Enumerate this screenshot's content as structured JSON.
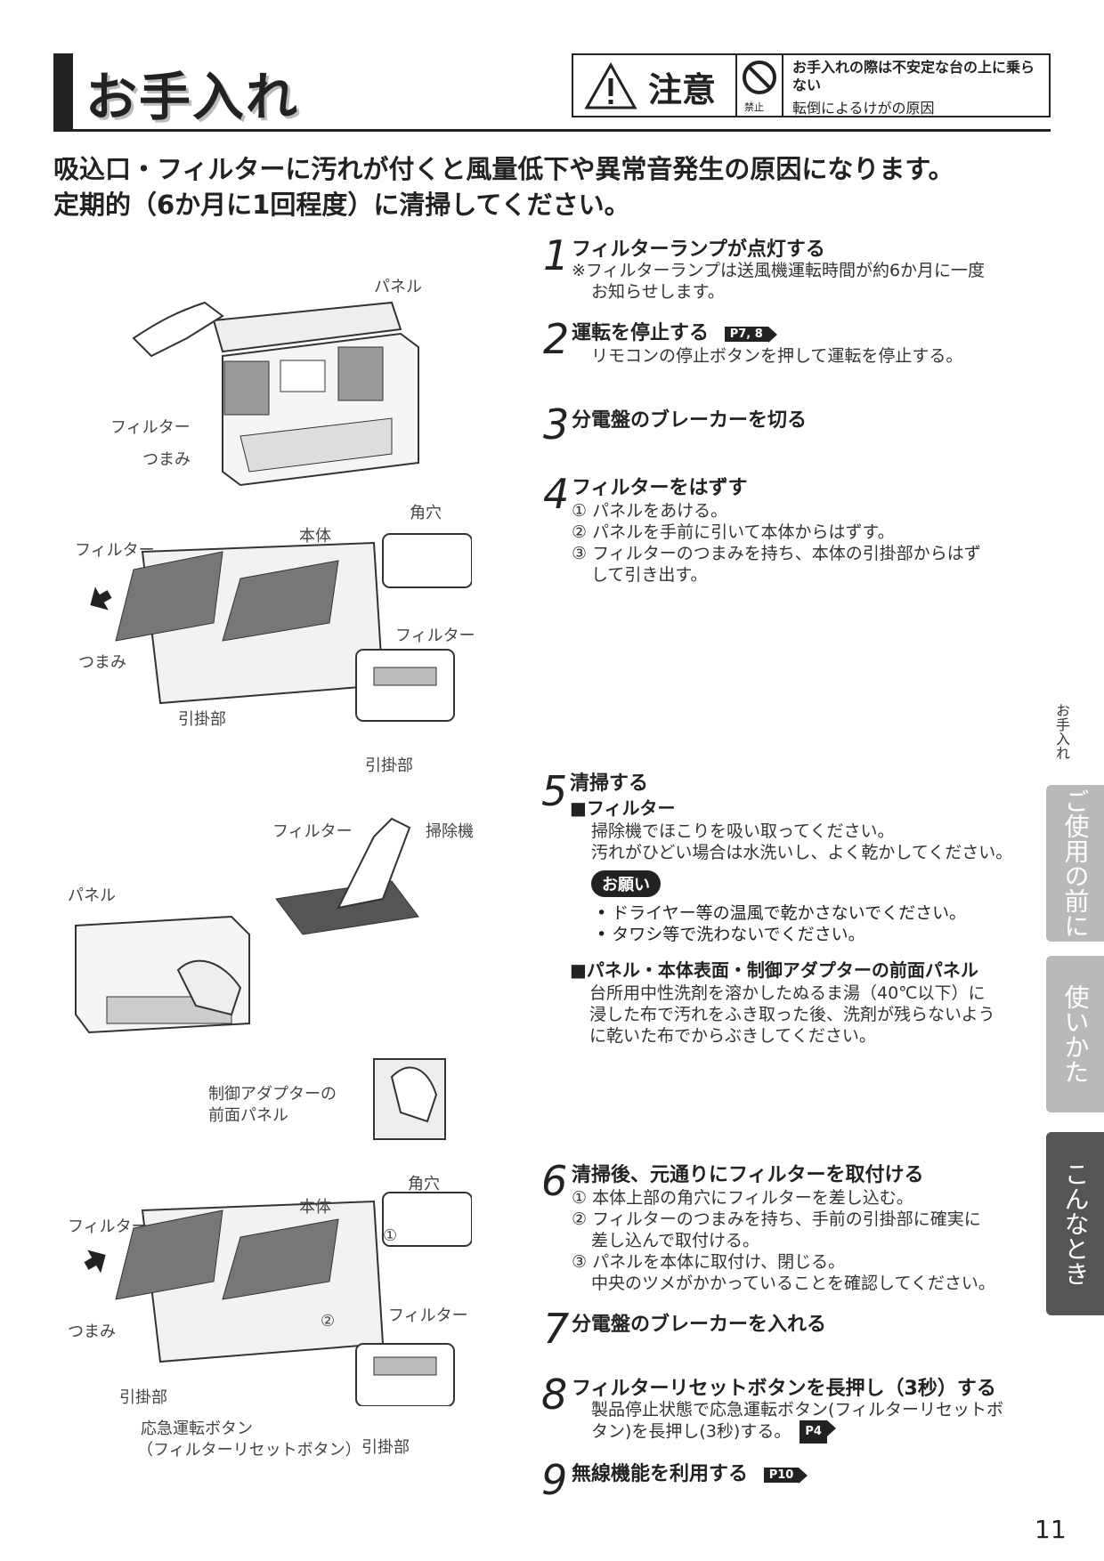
{
  "header": {
    "title": "お手入れ",
    "caution_word": "注意",
    "prohibit_label": "禁止",
    "caution_line1": "お手入れの際は不安定な台の上に乗らない",
    "caution_line2": "転倒によるけがの原因"
  },
  "intro": {
    "line1": "吸込口・フィルターに汚れが付くと風量低下や異常音発生の原因になります。",
    "line2": "定期的（6か月に1回程度）に清掃してください。"
  },
  "steps": [
    {
      "num": "1",
      "title": "フィルターランプが点灯する",
      "body": [
        "※フィルターランプは送風機運転時間が約6か月に一度",
        "お知らせします。"
      ]
    },
    {
      "num": "2",
      "title": "運転を停止する",
      "badge": "P7, 8",
      "body": [
        "リモコンの停止ボタンを押して運転を停止する。"
      ]
    },
    {
      "num": "3",
      "title": "分電盤のブレーカーを切る"
    },
    {
      "num": "4",
      "title": "フィルターをはずす",
      "body": [
        "① パネルをあける。",
        "② パネルを手前に引いて本体からはずす。",
        "③ フィルターのつまみを持ち、本体の引掛部からはず",
        "して引き出す。"
      ]
    },
    {
      "num": "5",
      "title": "清掃する",
      "sub1": "■フィルター",
      "body1": [
        "掃除機でほこりを吸い取ってください。",
        "汚れがひどい場合は水洗いし、よく乾かしてください。"
      ],
      "pill": "お願い",
      "bullets": [
        "• ドライヤー等の温風で乾かさないでください。",
        "• タワシ等で洗わないでください。"
      ],
      "sub2": "■パネル・本体表面・制御アダプターの前面パネル",
      "body2": [
        "台所用中性洗剤を溶かしたぬるま湯（40℃以下）に",
        "浸した布で汚れをふき取った後、洗剤が残らないよう",
        "に乾いた布でからぶきしてください。"
      ]
    },
    {
      "num": "6",
      "title": "清掃後、元通りにフィルターを取付ける",
      "body": [
        "① 本体上部の角穴にフィルターを差し込む。",
        "② フィルターのつまみを持ち、手前の引掛部に確実に",
        "差し込んで取付ける。",
        "③ パネルを本体に取付け、閉じる。",
        "中央のツメがかかっていることを確認してください。"
      ]
    },
    {
      "num": "7",
      "title": "分電盤のブレーカーを入れる"
    },
    {
      "num": "8",
      "title": "フィルターリセットボタンを長押し（3秒）する",
      "body": [
        "製品停止状態で応急運転ボタン(フィルターリセットボ",
        "タン)を長押し(3秒)する。"
      ],
      "badge": "P4"
    },
    {
      "num": "9",
      "title": "無線機能を利用する",
      "badge": "P10"
    }
  ],
  "figure_labels": {
    "fig1": {
      "panel": "パネル",
      "filter": "フィルター",
      "knob": "つまみ"
    },
    "fig2": {
      "square_hole": "角穴",
      "body": "本体",
      "filter": "フィルター",
      "filter2": "フィルター",
      "knob": "つまみ",
      "hook": "引掛部",
      "hook2": "引掛部"
    },
    "fig3": {
      "filter": "フィルター",
      "vacuum": "掃除機",
      "panel": "パネル",
      "adapter_line1": "制御アダプターの",
      "adapter_line2": "前面パネル"
    },
    "fig4": {
      "square_hole": "角穴",
      "body": "本体",
      "filter": "フィルター",
      "filter2": "フィルター",
      "knob": "つまみ",
      "hook": "引掛部",
      "hook2": "引掛部",
      "emergency_line1": "応急運転ボタン",
      "emergency_line2": "（フィルターリセットボタン）",
      "mark1": "①",
      "mark2": "②"
    }
  },
  "side": {
    "small": "お手入れ",
    "tab1": "ご使用の前に",
    "tab2": "使いかた",
    "tab3": "こんなとき"
  },
  "page_number": "11"
}
